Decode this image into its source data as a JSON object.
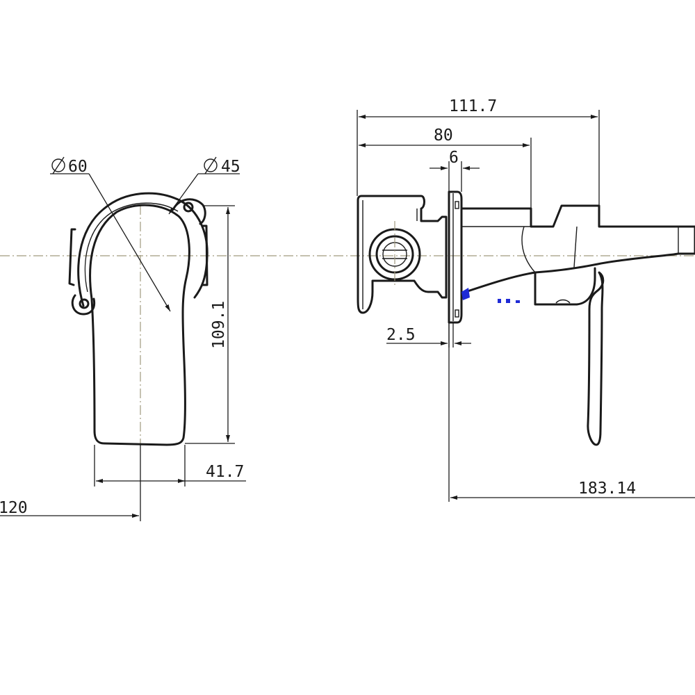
{
  "dimensions": {
    "overall_depth": "111.7",
    "body_depth": "80",
    "plate_thickness": "6",
    "plate_offset": "2.5",
    "spout_reach": "183.14",
    "handle_height": "109.1",
    "handle_half_width": "41.7",
    "centre_distance": "120",
    "dia_outer": "60",
    "dia_inner": "45"
  },
  "colors": {
    "line": "#1a1a1a",
    "centerline": "#a09a7e",
    "marker": "#1f2bd6"
  }
}
